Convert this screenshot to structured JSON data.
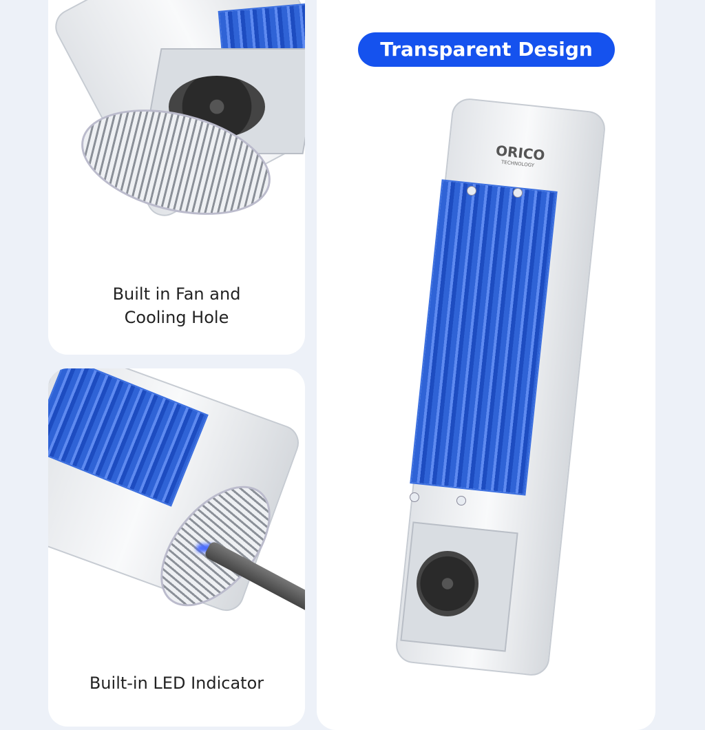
{
  "badge": {
    "label": "Transparent Design",
    "color": "#1552ee"
  },
  "panels": [
    {
      "caption_line1": "Built in Fan and",
      "caption_line2": "Cooling Hole"
    },
    {
      "caption": "Built-in LED Indicator"
    }
  ],
  "product": {
    "brand_logo": "ORICO",
    "brand_sub": "TECHNOLOGY"
  }
}
